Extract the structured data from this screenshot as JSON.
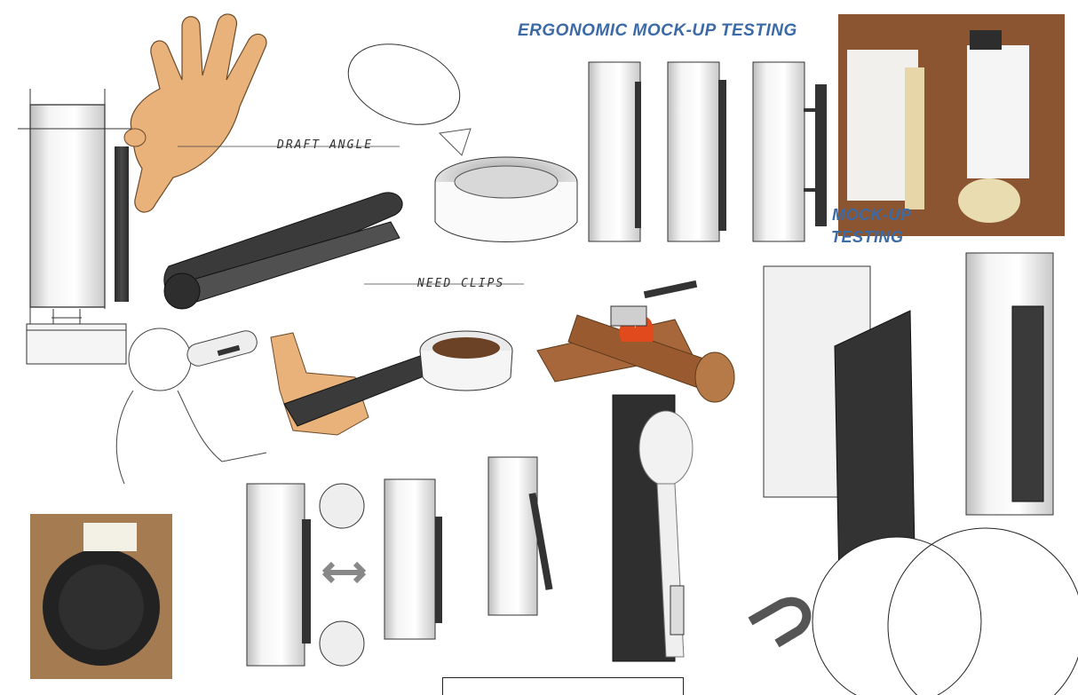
{
  "annotations": {
    "ergonomic_caption": "ERGONOMIC MOCK-UP TESTING",
    "mockup_caption_line1": "MOCK-UP",
    "mockup_caption_line2": "TESTING",
    "draft_angle_note": "DRAFT ANGLE",
    "need_clips_note": "NEED CLIPS"
  },
  "colors": {
    "caption_blue": "#3b6aa6",
    "clip_dark": "#3a3a3a",
    "skin_tone": "#e9b27a",
    "wood": "#a8673a",
    "flame": "#e04a1c"
  },
  "icons": [
    "rotate-arrow-icon",
    "double-arrow-icon",
    "magnet-icon",
    "flame-icon"
  ]
}
